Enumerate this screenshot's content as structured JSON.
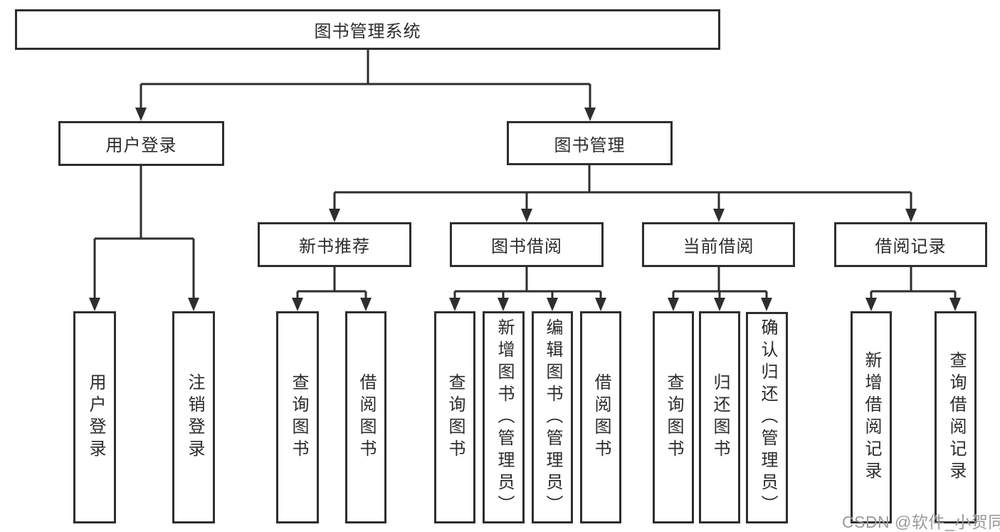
{
  "diagram": {
    "title": "图书管理系统",
    "level2": [
      {
        "label": "用户登录"
      },
      {
        "label": "图书管理"
      }
    ],
    "level3": [
      {
        "label": "新书推荐"
      },
      {
        "label": "图书借阅"
      },
      {
        "label": "当前借阅"
      },
      {
        "label": "借阅记录"
      }
    ],
    "leaves": [
      {
        "label": "用户登录",
        "parent": "用户登录"
      },
      {
        "label": "注销登录",
        "parent": "用户登录"
      },
      {
        "label": "查询图书",
        "parent": "新书推荐"
      },
      {
        "label": "借阅图书",
        "parent": "新书推荐"
      },
      {
        "label": "查询图书",
        "parent": "图书借阅"
      },
      {
        "label": "新增图书（管理员）",
        "parent": "图书借阅"
      },
      {
        "label": "编辑图书（管理员）",
        "parent": "图书借阅"
      },
      {
        "label": "借阅图书",
        "parent": "图书借阅"
      },
      {
        "label": "查询图书",
        "parent": "当前借阅"
      },
      {
        "label": "归还图书",
        "parent": "当前借阅"
      },
      {
        "label": "确认归还（管理员）",
        "parent": "当前借阅"
      },
      {
        "label": "新增借阅记录",
        "parent": "借阅记录"
      },
      {
        "label": "查询借阅记录",
        "parent": "借阅记录"
      }
    ]
  },
  "watermark": {
    "text": "CSDN @软件_小贺同学"
  },
  "colors": {
    "line": "#2e2e2e",
    "text": "#2b2b2b",
    "watermark": "#9a9a9a",
    "background": "#ffffff"
  }
}
